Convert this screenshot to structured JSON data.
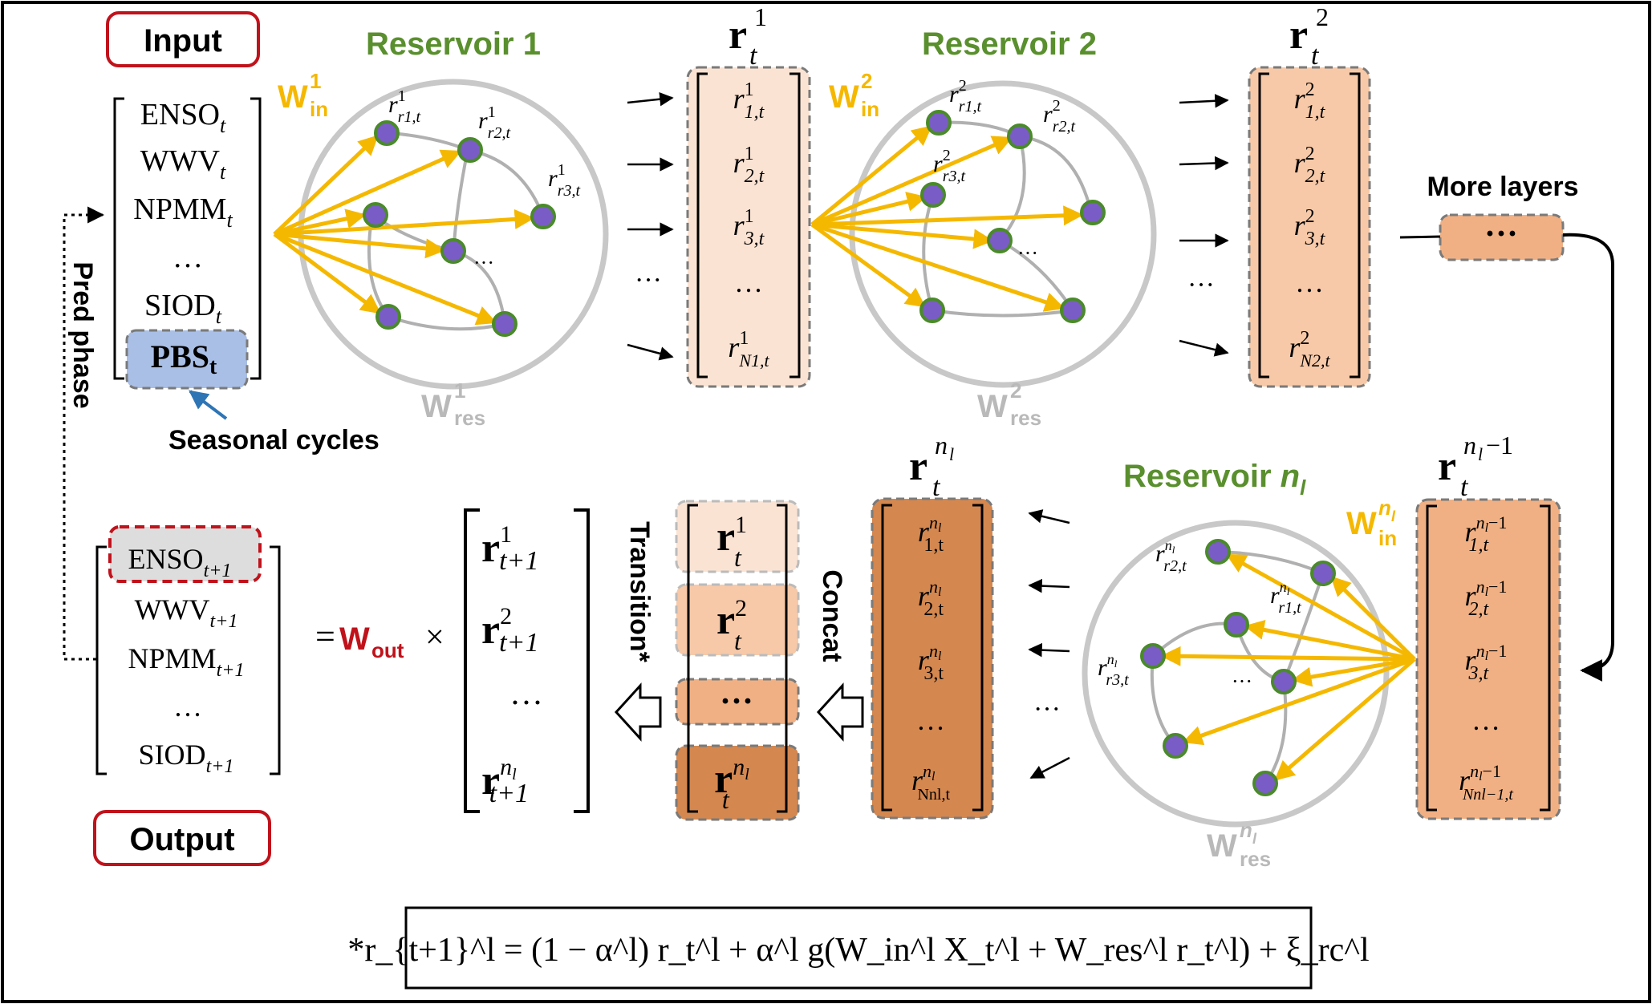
{
  "labels": {
    "input": "Input",
    "output": "Output",
    "reservoir1": "Reservoir 1",
    "reservoir2": "Reservoir 2",
    "reservoir_nl_prefix": "Reservoir ",
    "reservoir_nl_sym": "n",
    "reservoir_nl_sub": "l",
    "more_layers": "More layers",
    "seasonal_cycles": "Seasonal cycles",
    "pred_phase": "Pred phase",
    "concat": "Concat",
    "transition": "Transition*",
    "ellipsis": "···"
  },
  "input_vector": [
    {
      "name": "ENSO",
      "sub": "t"
    },
    {
      "name": "WWV",
      "sub": "t"
    },
    {
      "name": "NPMM",
      "sub": "t"
    },
    {
      "name": "…",
      "sub": ""
    },
    {
      "name": "SIOD",
      "sub": "t"
    },
    {
      "name": "PBS",
      "sub": "t"
    }
  ],
  "output_vector": [
    {
      "name": "ENSO",
      "sub": "t+1"
    },
    {
      "name": "WWV",
      "sub": "t+1"
    },
    {
      "name": "NPMM",
      "sub": "t+1"
    },
    {
      "name": "…",
      "sub": ""
    },
    {
      "name": "SIOD",
      "sub": "t+1"
    }
  ],
  "symbols": {
    "W_in": "W",
    "W_in_sub": "in",
    "W_res": "W",
    "W_res_sub": "res",
    "W_out": "W",
    "W_out_sub": "out",
    "r": "r",
    "equals": "=",
    "times": "×",
    "superscripts": [
      "1",
      "2",
      "n",
      "l"
    ],
    "state_sub_t": "t",
    "state_sub_t1": "t+1"
  },
  "state_vectors": {
    "r1": [
      "1,t",
      "2,t",
      "3,t",
      "…",
      "N1,t"
    ],
    "r2": [
      "1,t",
      "2,t",
      "3,t",
      "…",
      "N2,t"
    ],
    "rnl": [
      "1,t",
      "2,t",
      "3,t",
      "…",
      "Nnl,t"
    ],
    "rnl_minus_1": [
      "1,t",
      "2,t",
      "3,t",
      "…",
      "Nnl−1,t"
    ]
  },
  "reservoir_nodes": {
    "res1": [
      "r1,t",
      "r2,t",
      "r3,t"
    ],
    "res2": [
      "r1,t",
      "r2,t",
      "r3,t"
    ],
    "resnl": [
      "r2,t",
      "r1,t",
      "r3,t"
    ]
  },
  "formula": {
    "text": "*r_{t+1}^l = (1 − α^l) r_t^l + α^l g(W_in^l X_t^l + W_res^l r_t^l) + ξ_rc^l"
  },
  "colors": {
    "input_border": "#c0121b",
    "reservoir_title": "#5a8f2e",
    "w_in": "#f5b800",
    "w_res": "#b9b9b9",
    "w_out": "#c0121b",
    "reservoir_circle": "#c8c8c8",
    "node_fill": "#7a5cc7",
    "node_stroke": "#4a8a2a",
    "r1_fill": "#fbe3d3",
    "r2_fill": "#f7c9a8",
    "rmore_fill": "#f1b083",
    "rnl_fill": "#d4874f",
    "pbs_fill": "#a9bfe6",
    "enso_out_fill": "#dddddd",
    "arrow_blue": "#2e75b6"
  }
}
